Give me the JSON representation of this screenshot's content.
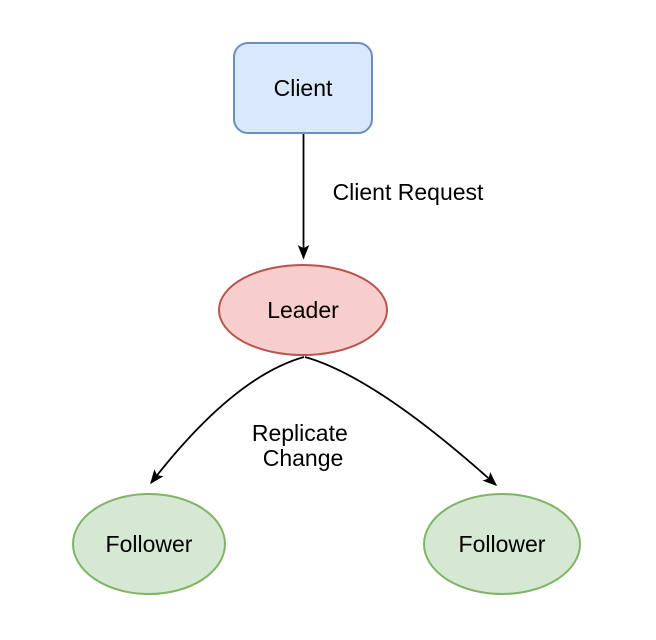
{
  "diagram": {
    "type": "flow-diagram",
    "background": "#ffffff",
    "text_color": "#000000",
    "edge_color": "#000000",
    "nodes": {
      "client": {
        "label": "Client",
        "shape": "rounded-rectangle",
        "fill": "#dae8fc",
        "stroke": "#6c8ebf"
      },
      "leader": {
        "label": "Leader",
        "shape": "ellipse",
        "fill": "#f8cecc",
        "stroke": "#b85450"
      },
      "follower_left": {
        "label": "Follower",
        "shape": "ellipse",
        "fill": "#d5e8d4",
        "stroke": "#82b366"
      },
      "follower_right": {
        "label": "Follower",
        "shape": "ellipse",
        "fill": "#d5e8d4",
        "stroke": "#82b366"
      }
    },
    "edges": {
      "client_to_leader": {
        "label": "Client Request",
        "from": "Client",
        "to": "Leader"
      },
      "leader_to_followers": {
        "label_lines": [
          "Replicate",
          "Change"
        ],
        "from": "Leader",
        "to": "Follower"
      }
    }
  }
}
